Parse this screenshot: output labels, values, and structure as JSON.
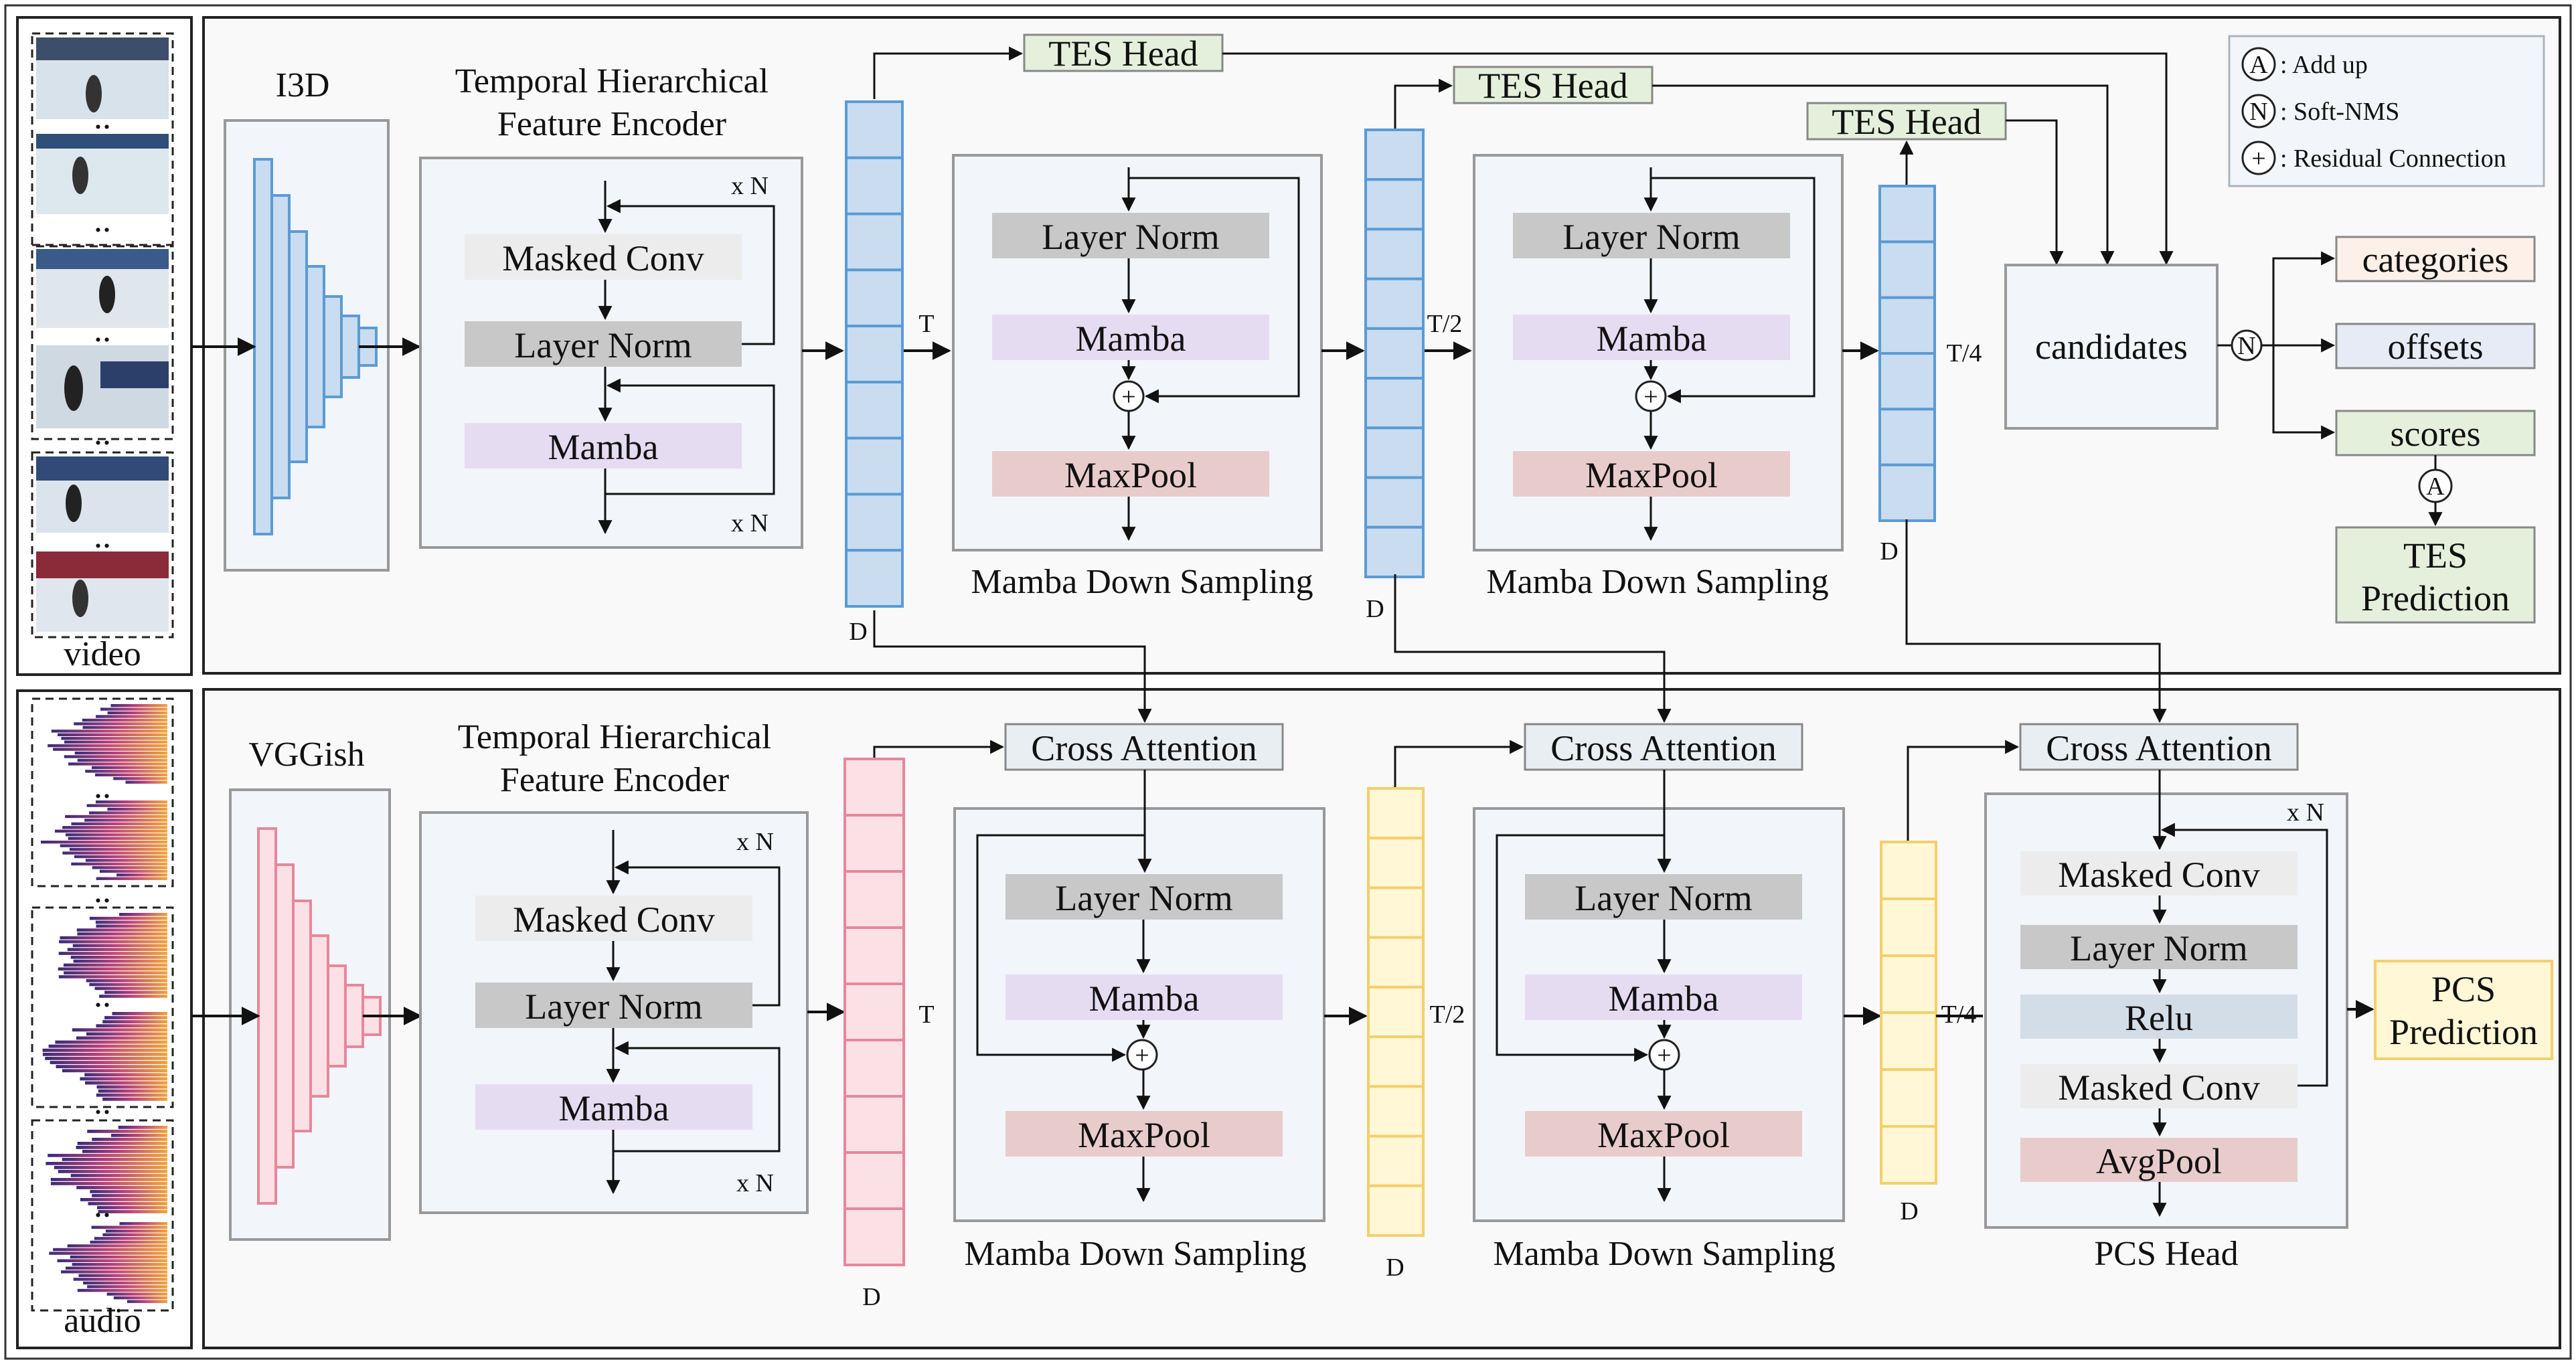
{
  "legend": {
    "add_up": ": Add up",
    "add_up_sym": "A",
    "soft_nms": ": Soft-NMS",
    "soft_nms_sym": "N",
    "residual": ": Residual Connection",
    "residual_sym": "+"
  },
  "video": {
    "label": "video",
    "dots": "..",
    "backbone": "I3D",
    "encoder_title_1": "Temporal Hierarchical",
    "encoder_title_2": "Feature Encoder",
    "enc": {
      "masked_conv": "Masked Conv",
      "layer_norm": "Layer Norm",
      "mamba": "Mamba",
      "xn": "x N"
    },
    "dims": {
      "t": "T",
      "t2": "T/2",
      "t4": "T/4",
      "d": "D"
    },
    "tes_head": "TES Head",
    "mds": {
      "layer_norm": "Layer Norm",
      "mamba": "Mamba",
      "maxpool": "MaxPool",
      "title": "Mamba Down Sampling",
      "plus": "+"
    },
    "candidates": "candidates",
    "nms_sym": "N",
    "add_sym": "A",
    "outputs": {
      "categories": "categories",
      "offsets": "offsets",
      "scores": "scores"
    },
    "tes_prediction_1": "TES",
    "tes_prediction_2": "Prediction"
  },
  "audio": {
    "label": "audio",
    "dots": "..",
    "backbone": "VGGish",
    "encoder_title_1": "Temporal Hierarchical",
    "encoder_title_2": "Feature Encoder",
    "enc": {
      "masked_conv": "Masked Conv",
      "layer_norm": "Layer Norm",
      "mamba": "Mamba",
      "xn": "x N"
    },
    "dims": {
      "t": "T",
      "t2": "T/2",
      "t4": "T/4",
      "d": "D"
    },
    "cross_attention": "Cross Attention",
    "mds": {
      "layer_norm": "Layer Norm",
      "mamba": "Mamba",
      "maxpool": "MaxPool",
      "title": "Mamba Down Sampling",
      "plus": "+"
    },
    "pcs_head": {
      "masked_conv": "Masked Conv",
      "layer_norm": "Layer Norm",
      "relu": "Relu",
      "masked_conv_2": "Masked Conv",
      "avgpool": "AvgPool",
      "xn": "x N",
      "title": "PCS Head"
    },
    "pcs_prediction_1": "PCS",
    "pcs_prediction_2": "Prediction"
  },
  "colors": {
    "video_stack": "#5b9bd5",
    "video_stack_fill": "#c9dcf0",
    "audio_stack": "#e7879a",
    "audio_stack_fill": "#fbe1e6",
    "yellow_stack": "#f4cf6b",
    "yellow_fill": "#fff7d6",
    "gray_block": "#c8c8c8",
    "light_gray_block": "#ececec",
    "mamba_block": "#e6dcf2",
    "maxpool_block": "#e8cccb",
    "tes_head": "#e5f0dc",
    "relu_block": "#d3dde8"
  }
}
